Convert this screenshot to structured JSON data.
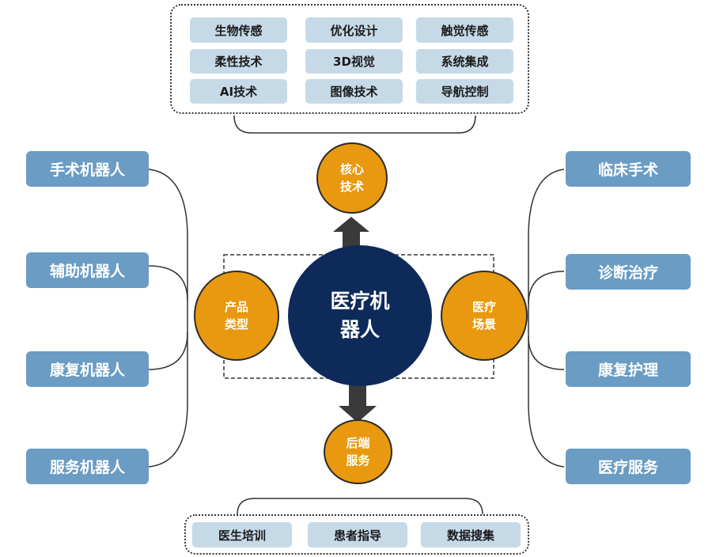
{
  "center": {
    "line1": "医疗机",
    "line2": "器人"
  },
  "nodes": {
    "core_tech": {
      "line1": "核心",
      "line2": "技术"
    },
    "product_type": {
      "line1": "产品",
      "line2": "类型"
    },
    "scenario": {
      "line1": "医疗",
      "line2": "场景"
    },
    "backend": {
      "line1": "后端",
      "line2": "服务"
    }
  },
  "core_tech_items": [
    "生物传感",
    "优化设计",
    "触觉传感",
    "柔性技术",
    "3D视觉",
    "系统集成",
    "AI技术",
    "图像技术",
    "导航控制"
  ],
  "product_types": [
    "手术机器人",
    "辅助机器人",
    "康复机器人",
    "服务机器人"
  ],
  "scenarios": [
    "临床手术",
    "诊断治疗",
    "康复护理",
    "医疗服务"
  ],
  "backend_items": [
    "医生培训",
    "患者指导",
    "数据搜集"
  ],
  "colors": {
    "navy": "#0d2a5a",
    "orange": "#e8990f",
    "side_box": "#6b9cc3",
    "tag": "#c6d9e7"
  }
}
